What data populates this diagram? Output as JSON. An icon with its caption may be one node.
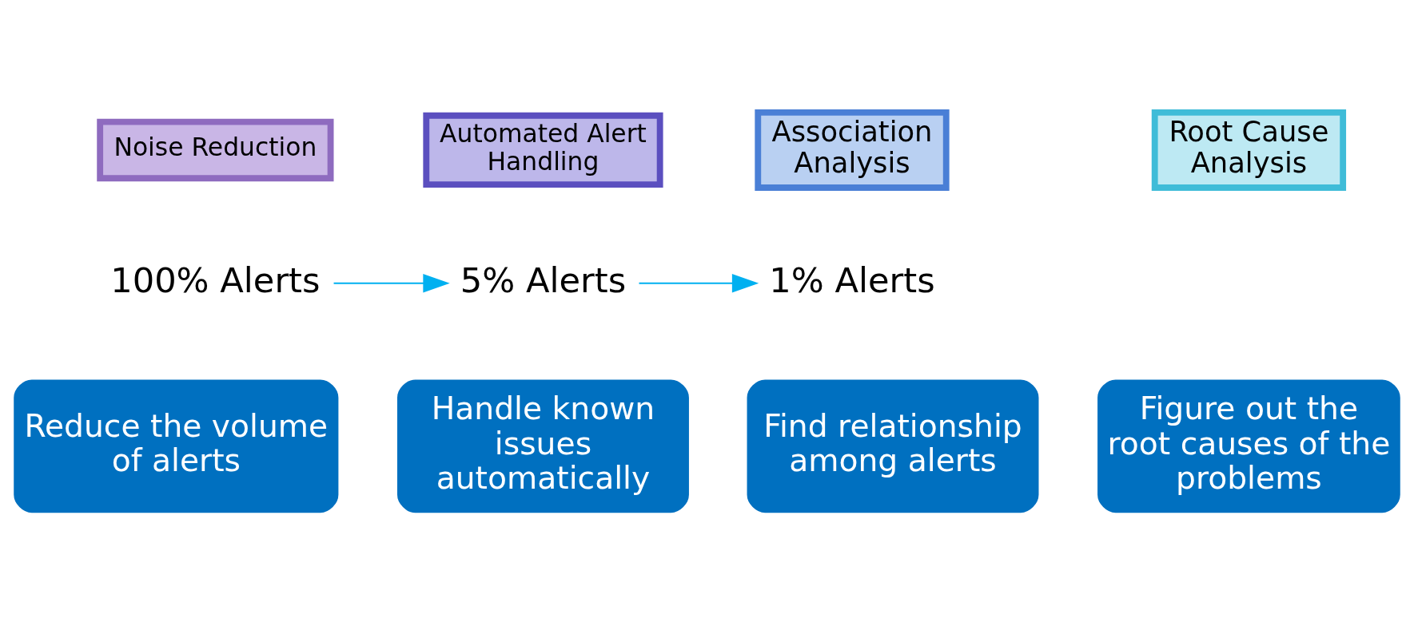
{
  "diagram": {
    "nodes": [
      {
        "text": [
          "Noise Reduction"
        ]
      },
      {
        "text": [
          "Automated Alert Handling"
        ]
      },
      {
        "text": [
          "Association Analysis"
        ]
      },
      {
        "text": [
          "Root Cause Analysis"
        ]
      },
      {
        "text": [
          "100% Alerts"
        ]
      },
      {
        "text": [
          "5% Alerts"
        ]
      },
      {
        "text": [
          "1% Alerts"
        ]
      },
      {
        "text": [
          "Reduce the volume of alerts"
        ]
      },
      {
        "text": [
          "Handle known issues automatically"
        ]
      },
      {
        "text": [
          "Find relationship among alerts"
        ]
      },
      {
        "text": [
          "Figure out the root causes of the problems"
        ]
      }
    ],
    "edges": [
      {
        "from": 4,
        "to": 5,
        "arrow": "to",
        "color": "#00b0f0"
      },
      {
        "from": 5,
        "to": 6,
        "arrow": "to",
        "color": "#00b0f0"
      }
    ]
  }
}
